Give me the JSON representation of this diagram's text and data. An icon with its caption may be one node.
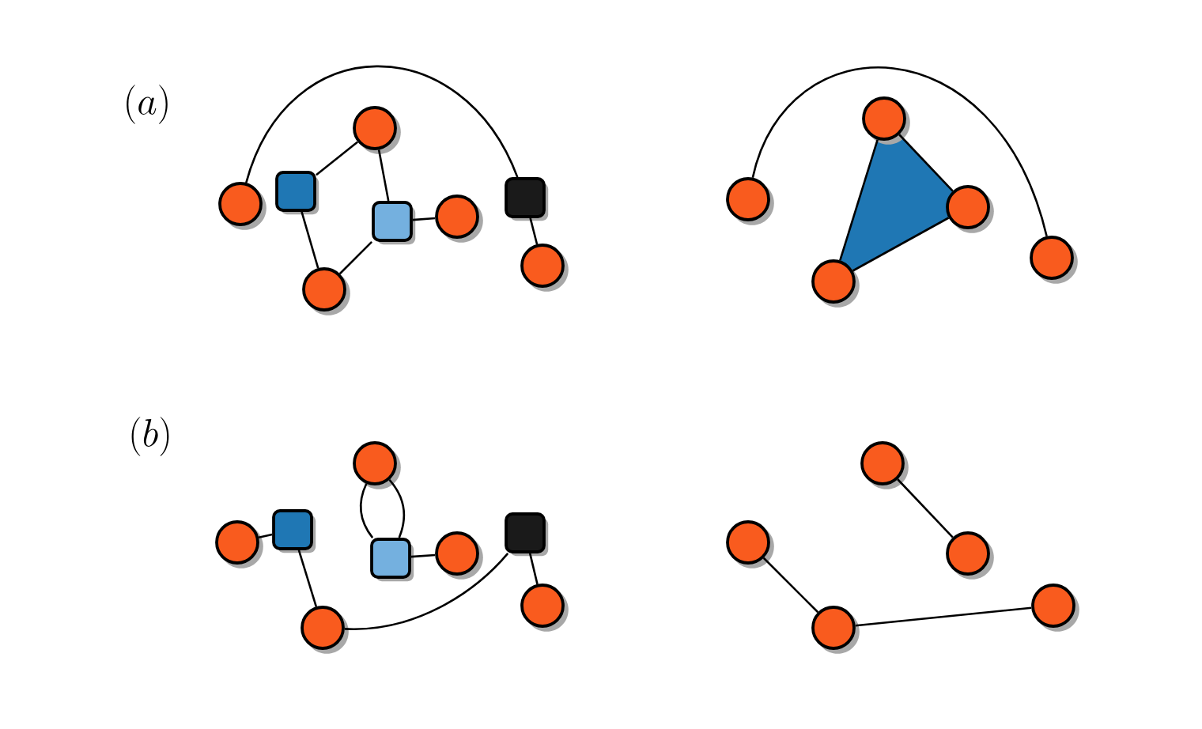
{
  "diagram": {
    "nodes": [
      {
        "text": [],
        "shape": "circle"
      },
      {
        "text": [],
        "shape": "box"
      },
      {
        "text": [],
        "shape": "circle"
      },
      {
        "text": [],
        "shape": "circle"
      },
      {
        "text": [],
        "shape": "box"
      },
      {
        "text": [],
        "shape": "circle"
      },
      {
        "text": [],
        "shape": "box"
      },
      {
        "text": [],
        "shape": "circle"
      },
      {
        "text": [],
        "shape": "circle"
      },
      {
        "text": [],
        "shape": "circle"
      },
      {
        "text": [],
        "shape": "circle"
      },
      {
        "text": [],
        "shape": "circle"
      },
      {
        "text": [],
        "shape": "circle"
      },
      {
        "text": [],
        "shape": "circle"
      },
      {
        "text": [],
        "shape": "box"
      },
      {
        "text": [],
        "shape": "circle"
      },
      {
        "text": [],
        "shape": "circle"
      },
      {
        "text": [],
        "shape": "box"
      },
      {
        "text": [],
        "shape": "circle"
      },
      {
        "text": [],
        "shape": "box"
      },
      {
        "text": [],
        "shape": "circle"
      },
      {
        "text": [],
        "shape": "circle"
      },
      {
        "text": [],
        "shape": "circle"
      },
      {
        "text": [],
        "shape": "circle"
      },
      {
        "text": [],
        "shape": "circle"
      },
      {
        "text": [],
        "shape": "circle"
      }
    ],
    "edges": [
      {
        "from": 0,
        "to": 6,
        "arrow": "none"
      },
      {
        "from": 1,
        "to": 3,
        "arrow": "none"
      },
      {
        "from": 3,
        "to": 4,
        "arrow": "none"
      },
      {
        "from": 4,
        "to": 5,
        "arrow": "none"
      },
      {
        "from": 4,
        "to": 2,
        "arrow": "none"
      },
      {
        "from": 1,
        "to": 2,
        "arrow": "none"
      },
      {
        "from": 6,
        "to": 7,
        "arrow": "none"
      },
      {
        "from": 8,
        "to": 12,
        "arrow": "none"
      },
      {
        "from": 10,
        "to": 11,
        "arrow": "none"
      },
      {
        "from": 11,
        "to": 9,
        "arrow": "none"
      },
      {
        "from": 9,
        "to": 10,
        "arrow": "none"
      },
      {
        "from": 13,
        "to": 14,
        "arrow": "none"
      },
      {
        "from": 14,
        "to": 15,
        "arrow": "none"
      },
      {
        "from": 16,
        "to": 17,
        "arrow": "none"
      },
      {
        "from": 16,
        "to": 17,
        "arrow": "none"
      },
      {
        "from": 17,
        "to": 18,
        "arrow": "none"
      },
      {
        "from": 15,
        "to": 19,
        "arrow": "none"
      },
      {
        "from": 19,
        "to": 20,
        "arrow": "none"
      },
      {
        "from": 23,
        "to": 24,
        "arrow": "none"
      },
      {
        "from": 21,
        "to": 22,
        "arrow": "none"
      },
      {
        "from": 22,
        "to": 25,
        "arrow": "none"
      }
    ],
    "labels": [
      "(a)",
      "(b)"
    ]
  }
}
